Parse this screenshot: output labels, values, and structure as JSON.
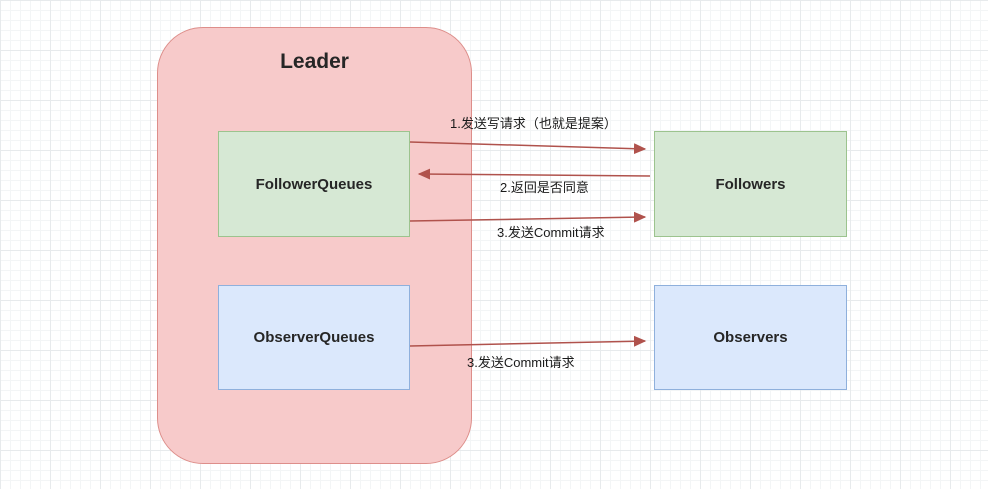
{
  "nodes": {
    "leader": {
      "label": "Leader"
    },
    "follower_queues": {
      "label": "FollowerQueues"
    },
    "observer_queues": {
      "label": "ObserverQueues"
    },
    "followers": {
      "label": "Followers"
    },
    "observers": {
      "label": "Observers"
    }
  },
  "edges": {
    "write_request": {
      "label": "1.发送写请求（也就是提案）",
      "from": "FollowerQueues",
      "to": "Followers",
      "direction": "right"
    },
    "return_agree": {
      "label": "2.返回是否同意",
      "from": "Followers",
      "to": "FollowerQueues",
      "direction": "left"
    },
    "commit_followers": {
      "label": "3.发送Commit请求",
      "from": "FollowerQueues",
      "to": "Followers",
      "direction": "right"
    },
    "commit_observers": {
      "label": "3.发送Commit请求",
      "from": "ObserverQueues",
      "to": "Observers",
      "direction": "right"
    }
  },
  "colors": {
    "leader_fill": "#f7caca",
    "leader_border": "#dd8e8a",
    "green_fill": "#d6e8d4",
    "green_border": "#9cc38e",
    "blue_fill": "#dbe8fc",
    "blue_border": "#8fb0dc",
    "arrow": "#b0524c",
    "grid_minor": "#f3f5f6",
    "grid_major": "#e7eaec",
    "text": "#262626"
  }
}
